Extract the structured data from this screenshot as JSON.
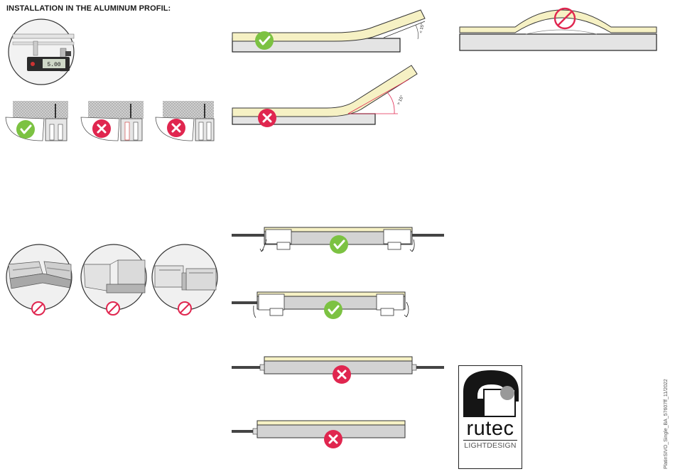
{
  "heading": "INSTALLATION IN THE ALUMINUM PROFIL:",
  "caliper": {
    "display": "5.00"
  },
  "bend": {
    "ok_angle": "< 15°",
    "bad_angle": "> 15°"
  },
  "logo": {
    "word": "rutec",
    "sub": "LIGHTDESIGN"
  },
  "doc_code": "PlatinSIVO_Single_BA_57607ff_11/2022",
  "colors": {
    "ok": "#7cc242",
    "bad": "#e0264f",
    "led_strip": "#f6f1c4",
    "profile": "#d3d3d3",
    "cable": "#444444"
  }
}
